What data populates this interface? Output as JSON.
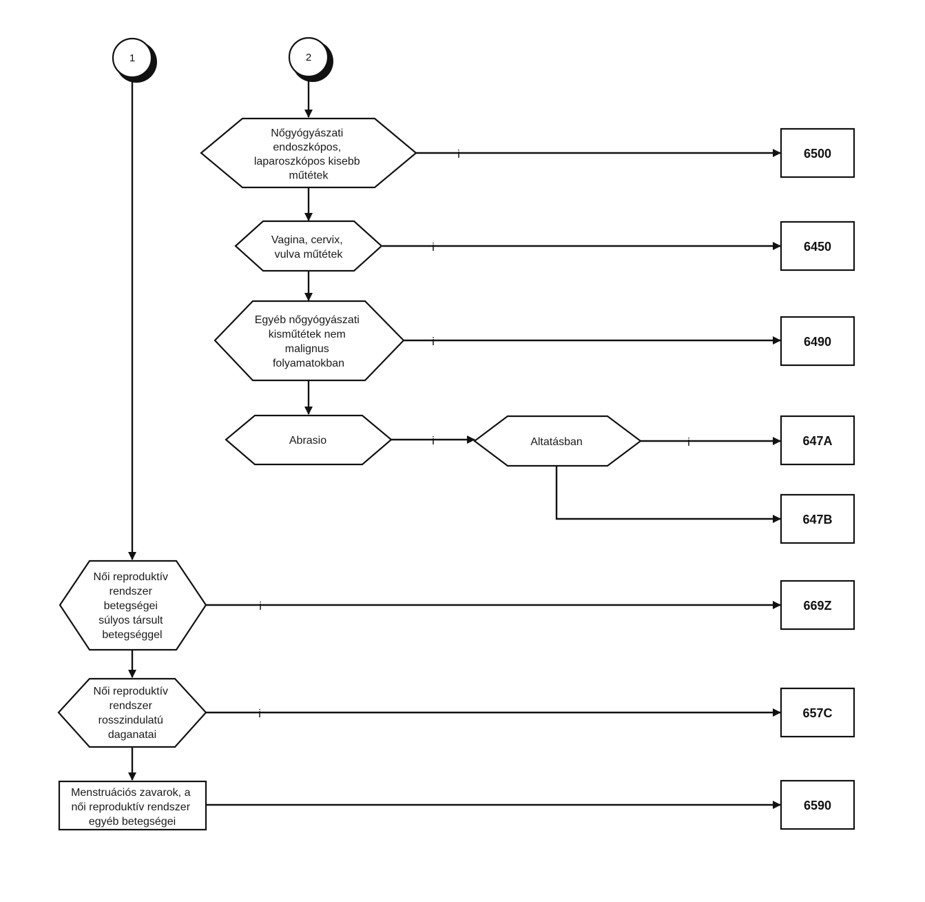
{
  "connectors": [
    {
      "id": "c1",
      "label": "1"
    },
    {
      "id": "c2",
      "label": "2"
    }
  ],
  "decisions": [
    {
      "id": "d_nogyogy",
      "lines": [
        "Nőgyógyászati",
        "endoszkópos,",
        "laparoszkópos kisebb",
        "műtétek"
      ]
    },
    {
      "id": "d_vagina",
      "lines": [
        "Vagina, cervix,",
        "vulva műtétek"
      ]
    },
    {
      "id": "d_egyeb",
      "lines": [
        "Egyéb nőgyógyászati",
        "kisműtétek nem",
        "malignus",
        "folyamatokban"
      ]
    },
    {
      "id": "d_abrasio",
      "lines": [
        "Abrasio"
      ]
    },
    {
      "id": "d_altatas",
      "lines": [
        "Altatásban"
      ]
    },
    {
      "id": "d_noi_tars",
      "lines": [
        "Női reproduktív",
        "rendszer",
        "betegségei",
        "súlyos társult",
        "betegséggel"
      ]
    },
    {
      "id": "d_noi_rossz",
      "lines": [
        "Női reproduktív",
        "rendszer",
        "rosszindulatú",
        "daganatai"
      ]
    }
  ],
  "process": {
    "id": "p_menstr",
    "lines": [
      "Menstruációs zavarok, a",
      "női reproduktív rendszer",
      "egyéb betegségei"
    ]
  },
  "outcomes": [
    {
      "id": "o6500",
      "code": "6500"
    },
    {
      "id": "o6450",
      "code": "6450"
    },
    {
      "id": "o6490",
      "code": "6490"
    },
    {
      "id": "o647A",
      "code": "647A"
    },
    {
      "id": "o647B",
      "code": "647B"
    },
    {
      "id": "o669Z",
      "code": "669Z"
    },
    {
      "id": "o657C",
      "code": "657C"
    },
    {
      "id": "o6590",
      "code": "6590"
    }
  ],
  "yes_label": "i"
}
